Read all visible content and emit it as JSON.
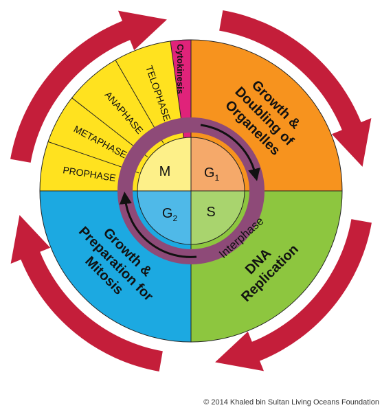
{
  "diagram": {
    "quadrants": {
      "g1": {
        "lines": [
          "Growth &",
          "Doubling of",
          "Organelles"
        ],
        "color": "#F7931E"
      },
      "s": {
        "lines": [
          "DNA",
          "Replication"
        ],
        "color": "#8DC63F"
      },
      "g2": {
        "lines": [
          "Growth &",
          "Preparation for",
          "Mitosis"
        ],
        "color": "#1CA9E1"
      },
      "m": {
        "color": "#FFE21F"
      }
    },
    "mitosis_phases": [
      "PROPHASE",
      "METAPHASE",
      "ANAPHASE",
      "TELOPHASE"
    ],
    "cytokinesis": {
      "label": "Cytokinesis",
      "color": "#E0237A"
    },
    "inner_phases": {
      "m": {
        "label": "M",
        "color": "#FDF089"
      },
      "g1": {
        "label": "G",
        "sub": "1",
        "color": "#F5A96A"
      },
      "s": {
        "label": "S",
        "color": "#A9D46E"
      },
      "g2": {
        "label": "G",
        "sub": "2",
        "color": "#4FB9E8"
      }
    },
    "interphase": {
      "label": "Interphase",
      "color": "#8E4A78"
    },
    "outer_arrows_color": "#C41E3A"
  },
  "credit": "© 2014 Khaled bin Sultan Living Oceans Foundation"
}
